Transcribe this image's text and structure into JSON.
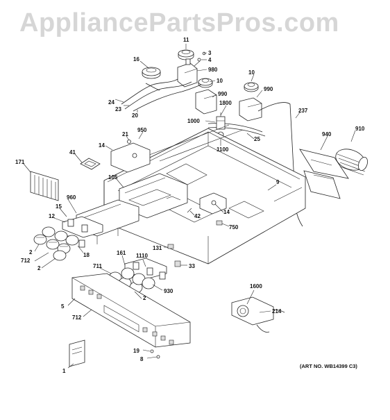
{
  "watermark": "AppliancePartsPros.com",
  "art_number": "(ART NO. WB14399 C3)",
  "callouts": [
    "11",
    "3",
    "4",
    "16",
    "980",
    "10",
    "10",
    "990",
    "990",
    "24",
    "23",
    "20",
    "1800",
    "237",
    "1000",
    "25",
    "1100",
    "940",
    "910",
    "21",
    "950",
    "14",
    "41",
    "171",
    "105",
    "9",
    "960",
    "15",
    "42",
    "14",
    "12",
    "750",
    "131",
    "2",
    "712",
    "18",
    "2",
    "161",
    "1110",
    "711",
    "33",
    "930",
    "2",
    "1600",
    "5",
    "214",
    "712",
    "19",
    "8",
    "1"
  ]
}
